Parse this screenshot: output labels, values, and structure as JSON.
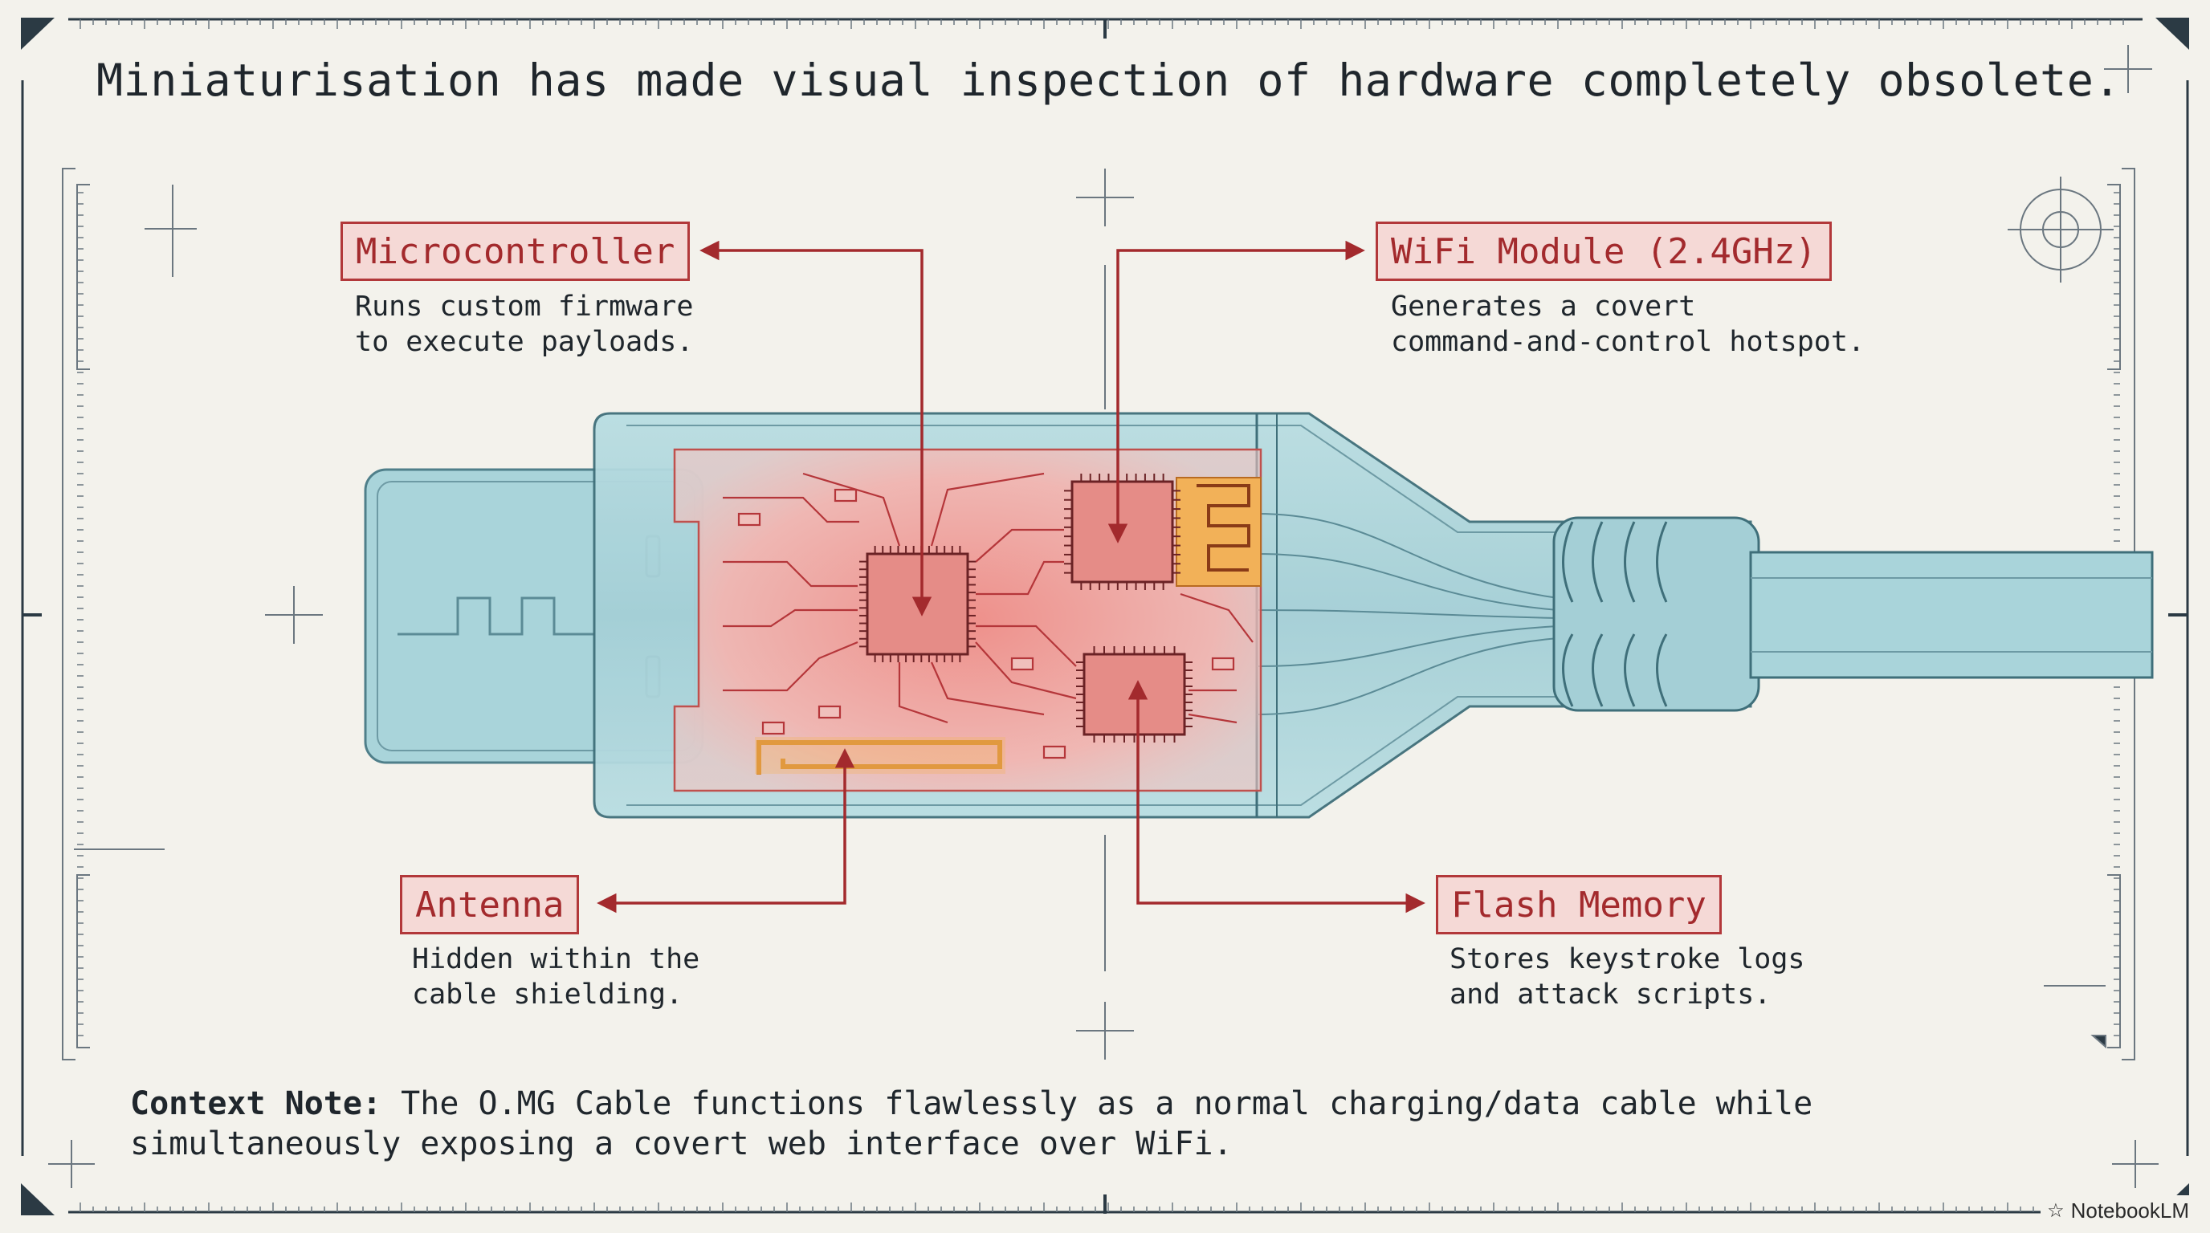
{
  "title": "Miniaturisation has made visual inspection of hardware completely obsolete.",
  "callouts": {
    "microcontroller": {
      "label": "Microcontroller",
      "desc": "Runs custom firmware\nto execute payloads."
    },
    "wifi": {
      "label": "WiFi Module (2.4GHz)",
      "desc": "Generates a covert\ncommand-and-control hotspot."
    },
    "antenna": {
      "label": "Antenna",
      "desc": "Hidden within the\ncable shielding."
    },
    "flash": {
      "label": "Flash Memory",
      "desc": "Stores keystroke logs\nand attack scripts."
    }
  },
  "note": {
    "lead": "Context Note:",
    "text": " The O.MG Cable functions flawlessly as a normal charging/data cable while simultaneously exposing a covert web interface over WiFi."
  },
  "branding": {
    "label": "NotebookLM",
    "icon": "notebooklm-logo-icon"
  },
  "colors": {
    "accent_red": "#b2383a",
    "label_fill": "#f5d9d6",
    "cable_blue": "#a9d4da",
    "pcb_pink": "#f4a9a5",
    "antenna_orange": "#e9a34a",
    "background": "#f3f2ec"
  }
}
